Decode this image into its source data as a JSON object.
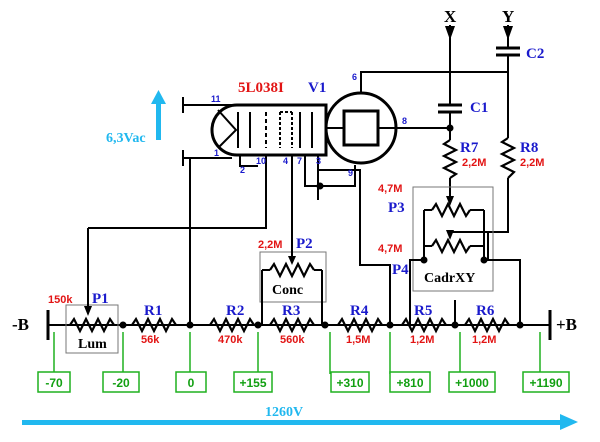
{
  "tube": {
    "model": "5L038I",
    "ref": "V1",
    "heater_voltage": "6,3Vac",
    "pins": {
      "p11": "11",
      "p1": "1",
      "p2": "2",
      "p10": "10",
      "p4": "4",
      "p7": "7",
      "p3": "3",
      "p9": "9",
      "p8": "8",
      "p6": "6"
    }
  },
  "deflection": {
    "x_label": "X",
    "y_label": "Y"
  },
  "capacitors": {
    "c1": "C1",
    "c2": "C2"
  },
  "resistors": {
    "r1": {
      "ref": "R1",
      "value": "56k"
    },
    "r2": {
      "ref": "R2",
      "value": "470k"
    },
    "r3": {
      "ref": "R3",
      "value": "560k"
    },
    "r4": {
      "ref": "R4",
      "value": "1,5M"
    },
    "r5": {
      "ref": "R5",
      "value": "1,2M"
    },
    "r6": {
      "ref": "R6",
      "value": "1,2M"
    },
    "r7": {
      "ref": "R7",
      "value": "2,2M"
    },
    "r8": {
      "ref": "R8",
      "value": "2,2M"
    }
  },
  "pots": {
    "p1": {
      "ref": "P1",
      "value": "150k",
      "name": "Lum"
    },
    "p2": {
      "ref": "P2",
      "value": "2,2M",
      "name": "Conc"
    },
    "p3": {
      "ref": "P3",
      "value": "4,7M"
    },
    "p4": {
      "ref": "P4",
      "value": "4,7M"
    },
    "cadr_name": "CadrXY"
  },
  "rails": {
    "minus": "-B",
    "plus": "+B"
  },
  "taps": [
    "-70",
    "-20",
    "0",
    "+155",
    "+310",
    "+810",
    "+1000",
    "+1190"
  ],
  "total_voltage": "1260V",
  "colors": {
    "blue_text": "#1a1acc",
    "red_text": "#e21414",
    "green": "#1fb11f",
    "cyan": "#21b8ef"
  }
}
